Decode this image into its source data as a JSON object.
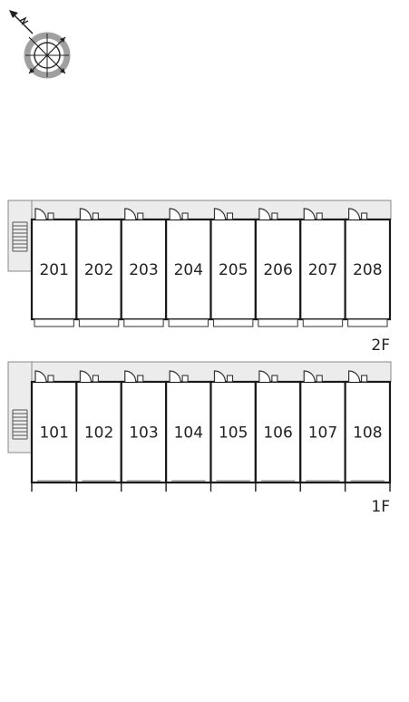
{
  "floors": [
    {
      "label": "2F",
      "units": [
        "201",
        "202",
        "203",
        "204",
        "205",
        "206",
        "207",
        "208"
      ]
    },
    {
      "label": "1F",
      "units": [
        "101",
        "102",
        "103",
        "104",
        "105",
        "106",
        "107",
        "108"
      ]
    }
  ],
  "colors": {
    "wall": "#1a1a1a",
    "corridor_fill": "#ececec",
    "corridor_stroke": "#888888",
    "compass_ring": "#999999"
  },
  "icons": [
    "compass-icon",
    "north-arrow-icon",
    "door-icon",
    "stairs-icon",
    "balcony-icon"
  ]
}
